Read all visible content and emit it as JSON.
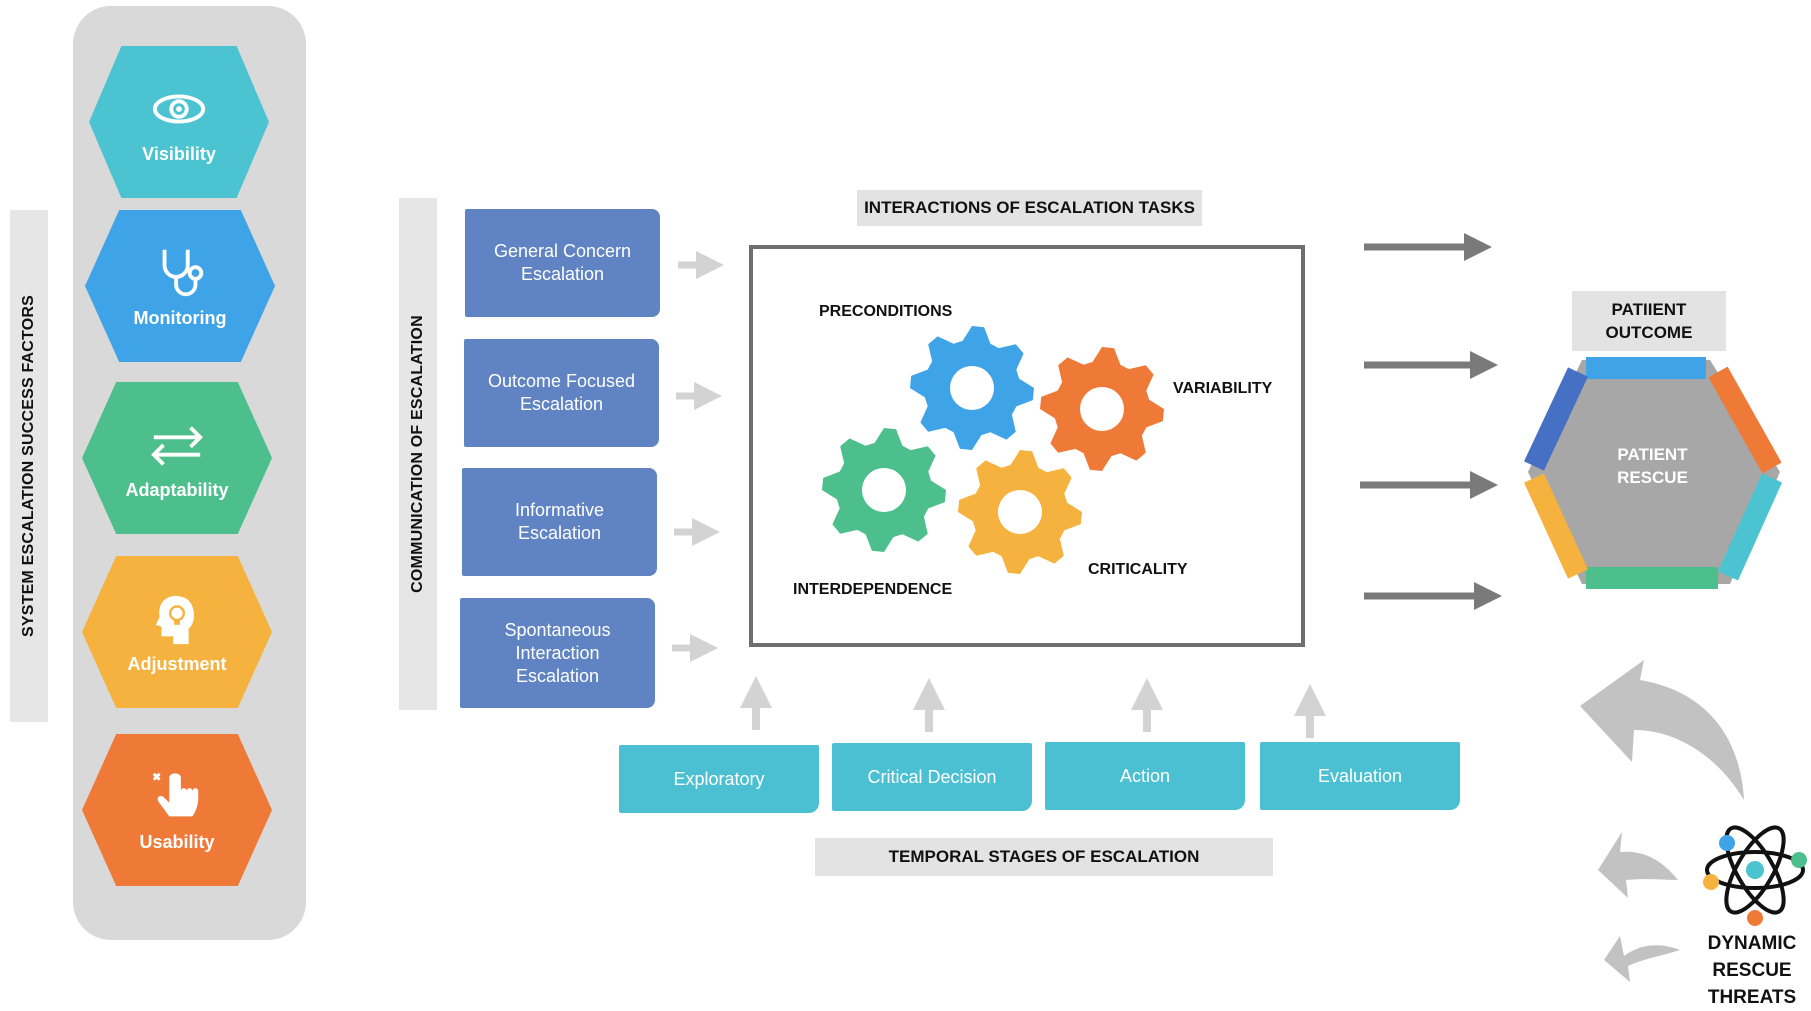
{
  "success_factors": {
    "axis_label": "SYSTEM ESCALATION SUCCESS FACTORS",
    "items": [
      {
        "label": "Visibility",
        "color": "#4cc3d0",
        "icon": "eye-icon"
      },
      {
        "label": "Monitoring",
        "color": "#3fa3e8",
        "icon": "stethoscope-icon"
      },
      {
        "label": "Adaptability",
        "color": "#4dbf8c",
        "icon": "swap-arrows-icon"
      },
      {
        "label": "Adjustment",
        "color": "#f5b23e",
        "icon": "head-lightbulb-icon"
      },
      {
        "label": "Usability",
        "color": "#ef7a38",
        "icon": "hand-pointer-icon"
      }
    ]
  },
  "communication": {
    "axis_label": "COMMUNICATION OF ESCALATION",
    "items": [
      {
        "label": "General Concern\nEscalation"
      },
      {
        "label": "Outcome Focused\nEscalation"
      },
      {
        "label": "Informative\nEscalation"
      },
      {
        "label": "Spontaneous\nInteraction\nEscalation"
      }
    ],
    "color": "#5f83c3"
  },
  "interactions": {
    "title": "INTERACTIONS OF ESCALATION TASKS",
    "gears": [
      {
        "label": "PRECONDITIONS",
        "color": "#3fa3e8"
      },
      {
        "label": "VARIABILITY",
        "color": "#ef7a38"
      },
      {
        "label": "INTERDEPENDENCE",
        "color": "#4dbf8c"
      },
      {
        "label": "CRITICALITY",
        "color": "#f5b23e"
      }
    ]
  },
  "stages": {
    "title": "TEMPORAL STAGES OF ESCALATION",
    "items": [
      {
        "label": "Exploratory"
      },
      {
        "label": "Critical Decision"
      },
      {
        "label": "Action"
      },
      {
        "label": "Evaluation"
      }
    ],
    "color": "#4cc0d3"
  },
  "outcome": {
    "title": "PATIIENT\nOUTCOME",
    "center_label": "PATIENT\nRESCUE",
    "edge_colors": [
      "#3fa3e8",
      "#ef7a38",
      "#4cc3d0",
      "#4dbf8c",
      "#f5b23e",
      "#4670c4"
    ]
  },
  "threats": {
    "label": "DYNAMIC\nRESCUE\nTHREATS",
    "icon": "atom-icon"
  }
}
